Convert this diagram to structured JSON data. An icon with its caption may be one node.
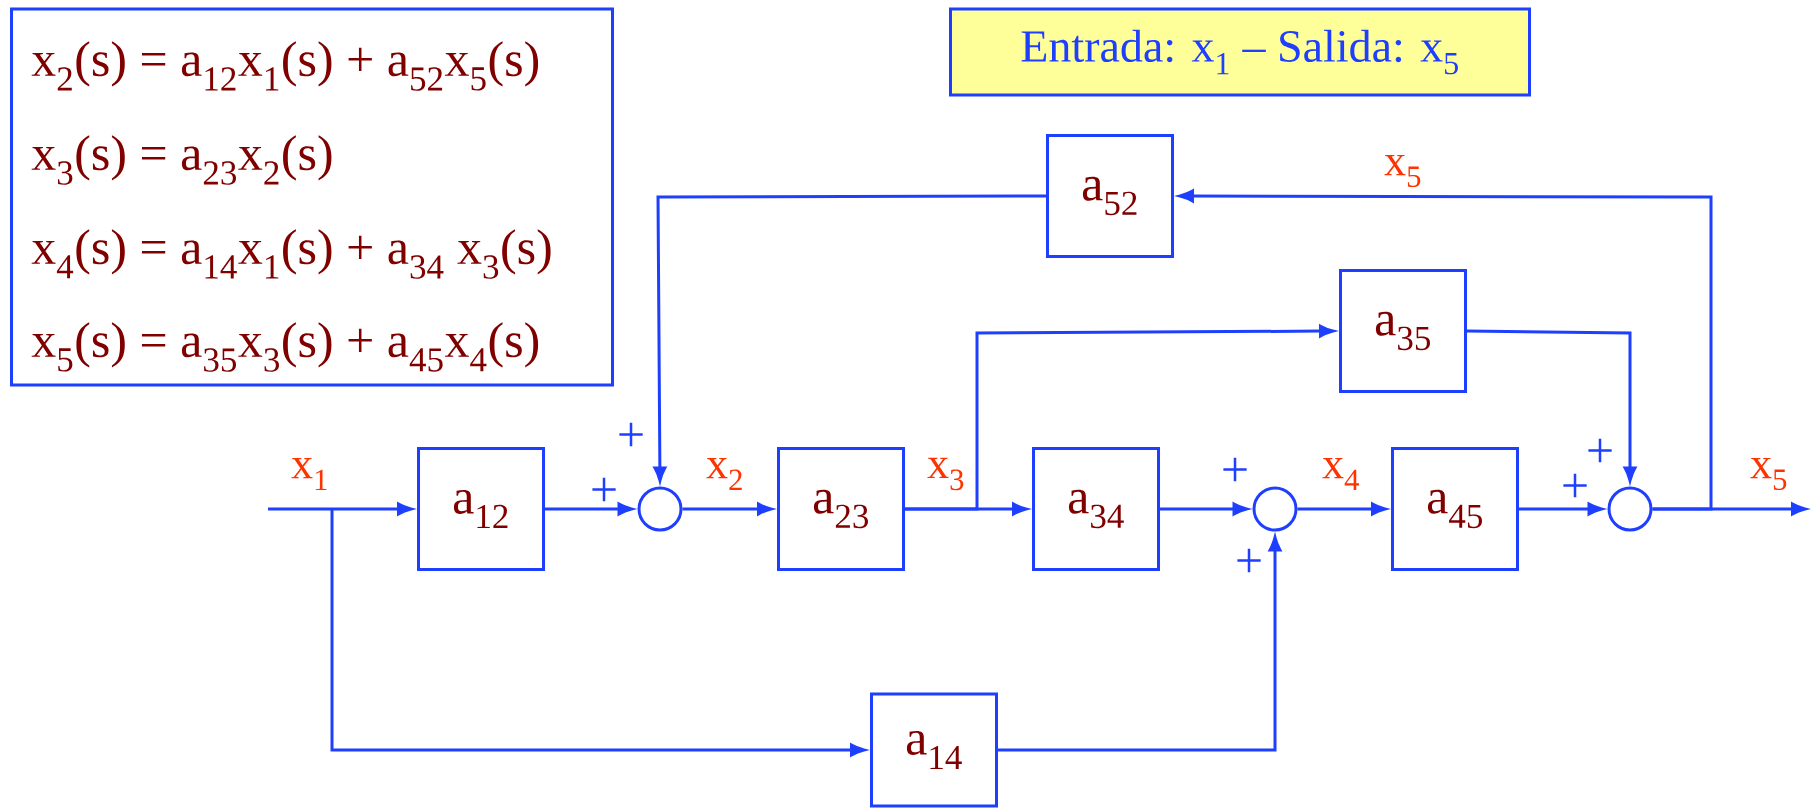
{
  "diagram": {
    "nodes": [
      {
        "text": [
          "x$_{2}$(s) = a$_{12}$x$_{1}$(s) + a$_{52}$x$_{5}$(s)",
          "x$_{3}$(s) = a$_{23}$x$_{2}$(s)",
          "x$_{4}$(s) = a$_{14}$x$_{1}$(s) + a$_{34}$ x$_{3}$(s)",
          "x$_{5}$(s) = a$_{35}$x$_{3}$(s) + a$_{45}$x$_{4}$(s)"
        ]
      },
      {
        "text": [
          "Entrada: x$_{1}$ – Salida: x$_{5}$"
        ]
      },
      {
        "text": [
          "a$_{12}$"
        ]
      },
      {
        "text": [],
        "shape": "circle"
      },
      {
        "text": [
          "a$_{23}$"
        ]
      },
      {
        "text": [
          "a$_{34}$"
        ]
      },
      {
        "text": [],
        "shape": "circle"
      },
      {
        "text": [
          "a$_{45}$"
        ]
      },
      {
        "text": [],
        "shape": "circle"
      },
      {
        "text": [
          "a$_{52}$"
        ]
      },
      {
        "text": [
          "a$_{35}$"
        ]
      },
      {
        "text": [
          "a$_{14}$"
        ]
      }
    ],
    "edges": [
      {
        "from": null,
        "to": 2,
        "arrow": "to",
        "label": "x$_{1}$"
      },
      {
        "from": null,
        "to": 11,
        "arrow": "to"
      },
      {
        "from": 2,
        "to": 3,
        "arrow": "to"
      },
      {
        "from": 3,
        "to": 4,
        "arrow": "to",
        "label": "x$_{2}$"
      },
      {
        "from": 4,
        "to": 5,
        "arrow": "to",
        "label": "x$_{3}$"
      },
      {
        "from": 4,
        "to": 10,
        "arrow": "to"
      },
      {
        "from": 5,
        "to": 6,
        "arrow": "to"
      },
      {
        "from": 11,
        "to": 6,
        "arrow": "to"
      },
      {
        "from": 6,
        "to": 7,
        "arrow": "to",
        "label": "x$_{4}$"
      },
      {
        "from": 7,
        "to": 8,
        "arrow": "to"
      },
      {
        "from": 10,
        "to": 8,
        "arrow": "to"
      },
      {
        "from": 8,
        "to": null,
        "arrow": "to",
        "label": "x$_{5}$"
      },
      {
        "from": 8,
        "to": 9,
        "arrow": "to",
        "label": "x$_{5}$"
      },
      {
        "from": 9,
        "to": 3,
        "arrow": "to"
      }
    ],
    "labels": [
      "+",
      "+",
      "+",
      "+",
      "+",
      "+"
    ]
  }
}
